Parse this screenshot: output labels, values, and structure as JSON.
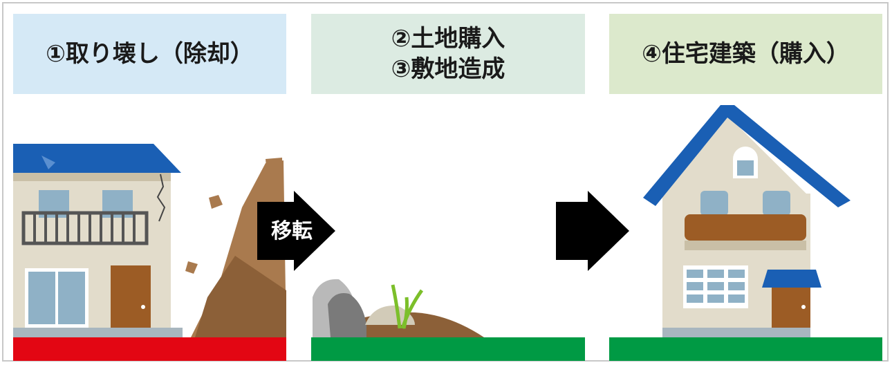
{
  "steps": [
    {
      "label": "①取り壊し（除却）"
    },
    {
      "line1": "②土地購入",
      "line2": "③敷地造成"
    },
    {
      "label": "④住宅建築（購入）"
    }
  ],
  "arrow_label": "移転",
  "colors": {
    "demolish_ground": "#e30613",
    "green_ground": "#009a44",
    "roof": "#1a5fb4",
    "arrow": "#000000"
  }
}
